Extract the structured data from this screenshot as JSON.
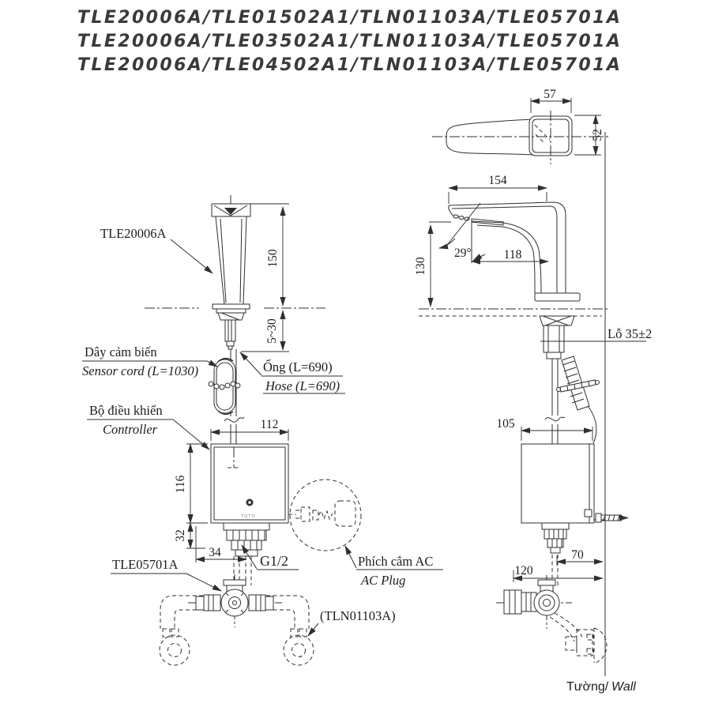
{
  "title": {
    "line1": "TLE20006A/TLE01502A1/TLN01103A/TLE05701A",
    "line2": "TLE20006A/TLE03502A1/TLN01103A/TLE05701A",
    "line3": "TLE20006A/TLE04502A1/TLN01103A/TLE05701A"
  },
  "colors": {
    "line": "#2f2f2f",
    "title_text": "#3a3a3e",
    "background": "#ffffff"
  },
  "front_view": {
    "faucet_label": "TLE20006A",
    "dim_spout_height": "150",
    "dim_deck_thickness": "5~30",
    "sensor_cord_label_vi": "Dây cảm biến",
    "sensor_cord_label_en": "Sensor cord (L=1030)",
    "hose_label_vi": "Ống (L=690)",
    "hose_label_en": "Hose (L=690)",
    "controller_label_vi": "Bộ điều khiển",
    "controller_label_en": "Controller",
    "controller_logo": "TOTO",
    "dim_controller_width": "112",
    "dim_controller_height": "116",
    "dim_adapter_height": "32",
    "dim_adapter_offset": "34",
    "thread_label": "G1/2",
    "valve_label": "TLE05701A",
    "supply_hose_label": "(TLN01103A)",
    "ac_plug_label_vi": "Phích cắm AC",
    "ac_plug_label_en": "AC Plug"
  },
  "side_view": {
    "dim_head_width": "57",
    "dim_head_depth": "52",
    "dim_spout_reach": "154",
    "dim_outlet_height": "130",
    "dim_sensor_reach": "118",
    "sensor_angle": "29°",
    "hole_label": "Lỗ 35±2",
    "dim_controller_depth": "105",
    "dim_valve_to_wall": "70",
    "dim_controller_to_wall": "120",
    "wall_label_vi": "Tường/",
    "wall_label_en": "Wall"
  }
}
